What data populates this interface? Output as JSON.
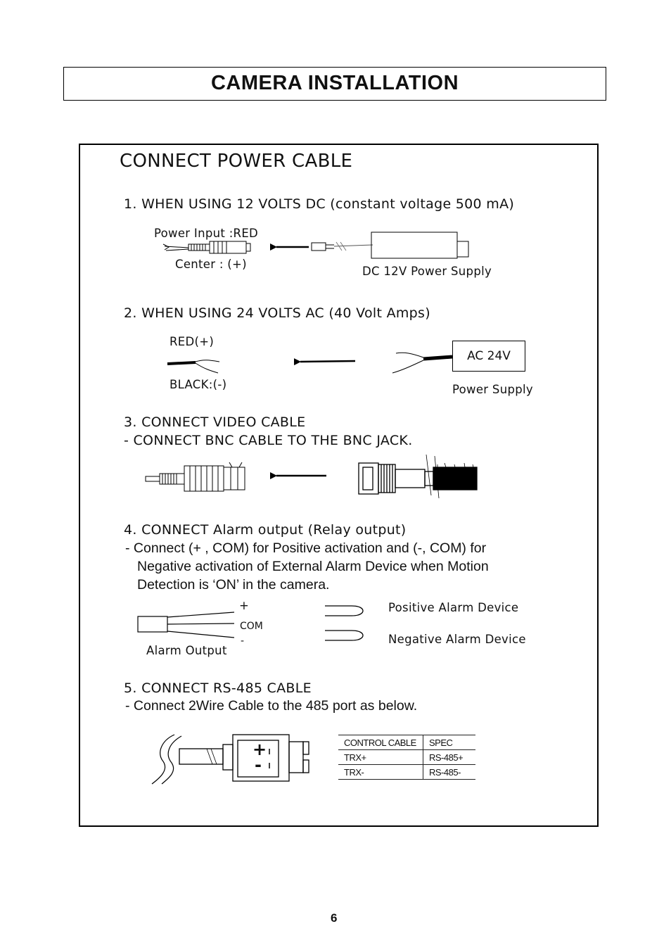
{
  "title": "CAMERA  INSTALLATION",
  "heading": "CONNECT POWER CABLE",
  "step1": {
    "title": "1. WHEN USING 12 VOLTS DC (constant voltage 500 mA)",
    "power_input": "Power Input :RED",
    "center": "Center : (+)",
    "supply": "DC 12V Power Supply"
  },
  "step2": {
    "title": "2. WHEN USING 24 VOLTS AC (40 Volt Amps)",
    "red": "RED(+)",
    "black": "BLACK:(-)",
    "ac_box": "AC 24V",
    "supply": "Power Supply"
  },
  "step3": {
    "title": "3. CONNECT VIDEO CABLE",
    "desc": "- CONNECT BNC CABLE TO THE BNC JACK."
  },
  "step4": {
    "title": "4. CONNECT Alarm output (Relay output)",
    "desc_lines": [
      "- Connect (+ , COM) for Positive activation and (-, COM) for",
      "Negative activation of External Alarm Device when Motion",
      "Detection is ‘ON’ in the camera."
    ],
    "plus": "+",
    "com": "COM",
    "minus": "-",
    "alarm_output": "Alarm Output",
    "positive": "Positive Alarm Device",
    "negative": "Negative Alarm Device"
  },
  "step5": {
    "title": "5. CONNECT RS-485 CABLE",
    "desc": "-  Connect 2Wire Cable to the 485 port as below.",
    "connector_plus": "+",
    "connector_minus": "-",
    "table": {
      "headers": [
        "CONTROL CABLE",
        "SPEC"
      ],
      "rows": [
        [
          "TRX+",
          "RS-485+"
        ],
        [
          "TRX-",
          "RS-485-"
        ]
      ]
    }
  },
  "page_number": "6"
}
